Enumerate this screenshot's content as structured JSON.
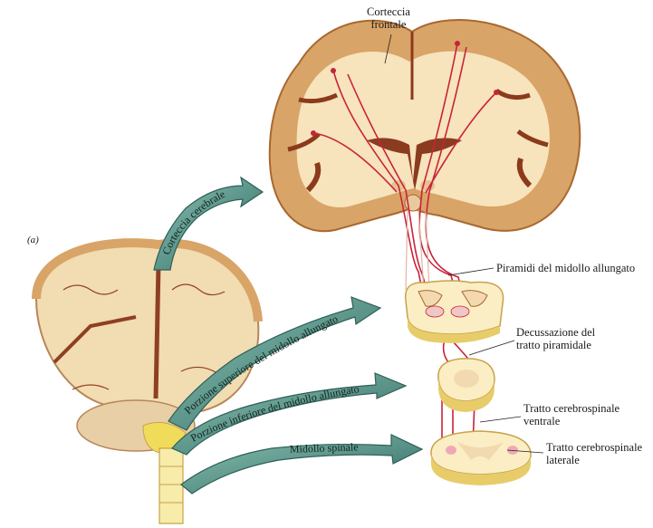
{
  "figure": {
    "panel_label": "(a)",
    "structures": {
      "frontal_cortex": "Corteccia\nfrontale",
      "pyramids": "Piramidi del midollo allungato",
      "decussation": "Decussazione del\ntratto piramidale",
      "ventral_tract": "Tratto cerebrospinale\nventrale",
      "lateral_tract": "Tratto cerebrospinale\nlaterale"
    },
    "arrows": {
      "cortex": "Corteccia cerebrale",
      "upper_medulla": "Porzione superiore del midollo allungato",
      "lower_medulla": "Porzione inferiore del midollo allungato",
      "spinal_cord": "Midollo spinale"
    }
  },
  "colors": {
    "cortex_fill": "#d9a467",
    "cortex_outline": "#a9682f",
    "sulcus_dark": "#8c3a1c",
    "white_matter": "#f7e3bc",
    "ventricle": "#8b3b1f",
    "tract_red": "#c8233a",
    "section_gray": "#f3d9b0",
    "section_cream": "#fbeec5",
    "section_rim": "#e8cc6a",
    "arrow_teal": "#6aa99d",
    "arrow_dark": "#2d5f58",
    "brain_body": "#f2dcb1",
    "brain_sulcus": "#8e4022",
    "brainstem_yellow": "#f0dc5a"
  }
}
